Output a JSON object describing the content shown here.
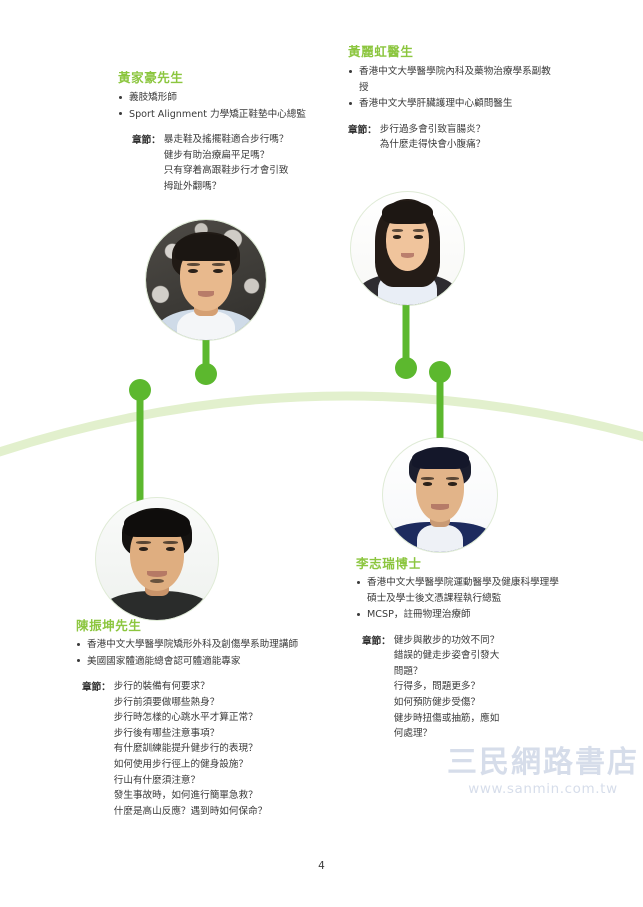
{
  "page": {
    "number": "4",
    "accent_green": "#5cb82e",
    "heading_green": "#8cc63f",
    "arc_green": "#ddeec6",
    "text_color": "#3a3a3a"
  },
  "watermark": {
    "main": "三民網路書店",
    "sub": "www.sanmin.com.tw"
  },
  "chapter_label": "章節：",
  "experts": [
    {
      "id": "wong-ka-ho",
      "name": "黃家豪先生",
      "credentials": [
        "義肢矯形師",
        "Sport Alignment 力學矯正鞋墊中心總監"
      ],
      "questions": [
        "暴走鞋及搖擺鞋適合步行嗎？",
        "健步有助治療扁平足嗎？",
        "只有穿着高跟鞋步行才會引致",
        "拇趾外翻嗎？"
      ]
    },
    {
      "id": "wong-lai-hung",
      "name": "黃麗虹醫生",
      "credentials": [
        "香港中文大學醫學院內科及藥物治療學系副教授",
        "香港中文大學肝臟護理中心顧問醫生"
      ],
      "questions": [
        "步行過多會引致盲腸炎？",
        "為什麼走得快會小腹痛？"
      ]
    },
    {
      "id": "chan-chun-kwan",
      "name": "陳振坤先生",
      "credentials": [
        "香港中文大學醫學院矯形外科及創傷學系助理講師",
        "美國國家體適能總會認可體適能專家"
      ],
      "questions": [
        "步行的裝備有何要求？",
        "步行前須要做哪些熱身？",
        "步行時怎樣的心跳水平才算正常？",
        "步行後有哪些注意事項？",
        "有什麼訓練能提升健步行的表現？",
        "如何使用步行徑上的健身設施？",
        "行山有什麼須注意？",
        "發生事故時，如何進行簡單急救？",
        "什麼是高山反應？遇到時如何保命？"
      ]
    },
    {
      "id": "lee-chi-sui",
      "name": "李志瑞博士",
      "credentials": [
        "香港中文大學醫學院運動醫學及健康科學理學碩士及學士後文憑課程執行總監",
        "MCSP，註冊物理治療師"
      ],
      "questions": [
        "健步與散步的功效不同？",
        "錯誤的健走步姿會引發大",
        "問題？",
        "行得多，問題更多？",
        "如何預防健步受傷？",
        "健步時扭傷或抽筋，應如",
        "何處理？"
      ]
    }
  ]
}
